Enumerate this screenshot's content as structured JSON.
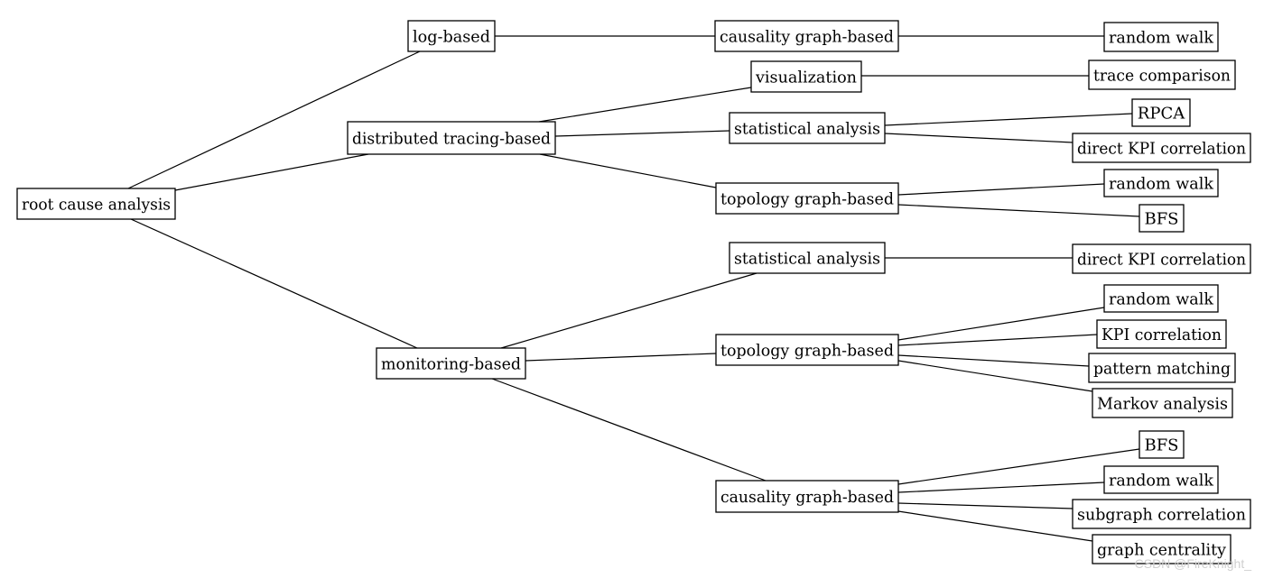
{
  "diagram": {
    "root": {
      "id": "root",
      "label": "root cause analysis",
      "children": [
        {
          "id": "log",
          "label": "log-based",
          "children": [
            {
              "id": "log-causality",
              "label": "causality graph-based",
              "children": [
                {
                  "id": "log-causality-rw",
                  "label": "random walk"
                }
              ]
            }
          ]
        },
        {
          "id": "trace",
          "label": "distributed tracing-based",
          "children": [
            {
              "id": "trace-vis",
              "label": "visualization",
              "children": [
                {
                  "id": "trace-vis-cmp",
                  "label": "trace comparison"
                }
              ]
            },
            {
              "id": "trace-stat",
              "label": "statistical analysis",
              "children": [
                {
                  "id": "trace-stat-rpca",
                  "label": "RPCA"
                },
                {
                  "id": "trace-stat-kpi",
                  "label": "direct KPI correlation"
                }
              ]
            },
            {
              "id": "trace-topo",
              "label": "topology graph-based",
              "children": [
                {
                  "id": "trace-topo-rw",
                  "label": "random walk"
                },
                {
                  "id": "trace-topo-bfs",
                  "label": "BFS"
                }
              ]
            }
          ]
        },
        {
          "id": "mon",
          "label": "monitoring-based",
          "children": [
            {
              "id": "mon-stat",
              "label": "statistical analysis",
              "children": [
                {
                  "id": "mon-stat-kpi",
                  "label": "direct KPI correlation"
                }
              ]
            },
            {
              "id": "mon-topo",
              "label": "topology graph-based",
              "children": [
                {
                  "id": "mon-topo-rw",
                  "label": "random walk"
                },
                {
                  "id": "mon-topo-kpi",
                  "label": "KPI correlation"
                },
                {
                  "id": "mon-topo-pm",
                  "label": "pattern matching"
                },
                {
                  "id": "mon-topo-markov",
                  "label": "Markov analysis"
                }
              ]
            },
            {
              "id": "mon-causality",
              "label": "causality graph-based",
              "children": [
                {
                  "id": "mon-causality-bfs",
                  "label": "BFS"
                },
                {
                  "id": "mon-causality-rw",
                  "label": "random walk"
                },
                {
                  "id": "mon-causality-sub",
                  "label": "subgraph correlation"
                },
                {
                  "id": "mon-causality-gc",
                  "label": "graph centrality"
                }
              ]
            }
          ]
        }
      ]
    }
  },
  "watermark": "CSDN @FireKnight_"
}
